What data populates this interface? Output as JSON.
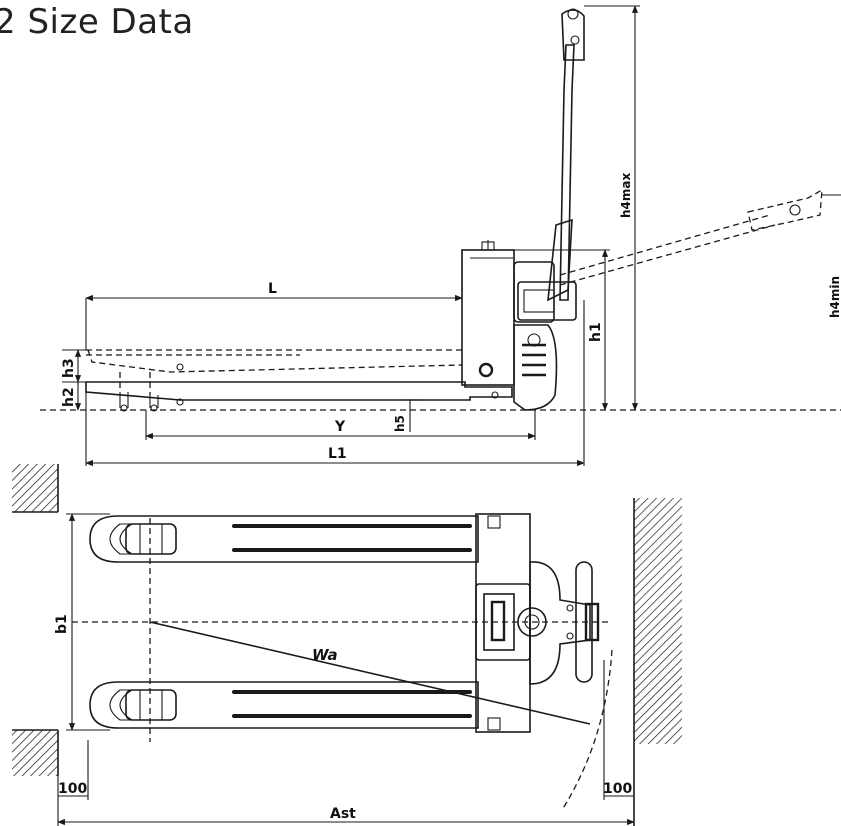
{
  "title": "2 Size Data",
  "labels": {
    "L": "L",
    "L1": "L1",
    "Y": "Y",
    "h1": "h1",
    "h2": "h2",
    "h3": "h3",
    "h5": "h5",
    "h4max": "h4max",
    "h4min": "h4min",
    "b1": "b1",
    "Wa": "Wa",
    "Ast": "Ast",
    "clearance_left": "100",
    "clearance_right": "100"
  }
}
